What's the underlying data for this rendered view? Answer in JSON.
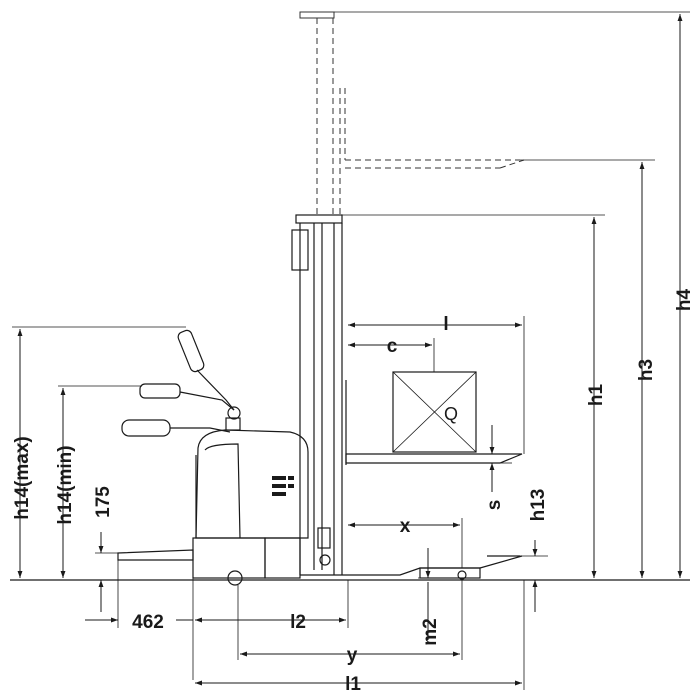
{
  "labels": {
    "h4": "h4",
    "h3": "h3",
    "h1": "h1",
    "h13": "h13",
    "h14max": "h14(max)",
    "h14min": "h14(min)",
    "d175": "175",
    "s": "s",
    "l": "l",
    "c": "c",
    "x": "x",
    "q": "Q",
    "d462": "462",
    "l2": "l2",
    "m2": "m2",
    "y": "y",
    "l1": "l1"
  },
  "colors": {
    "body_yellow": "#f4e500",
    "line": "#1a1a1a",
    "chassis_gray": "#d9d9d9"
  }
}
